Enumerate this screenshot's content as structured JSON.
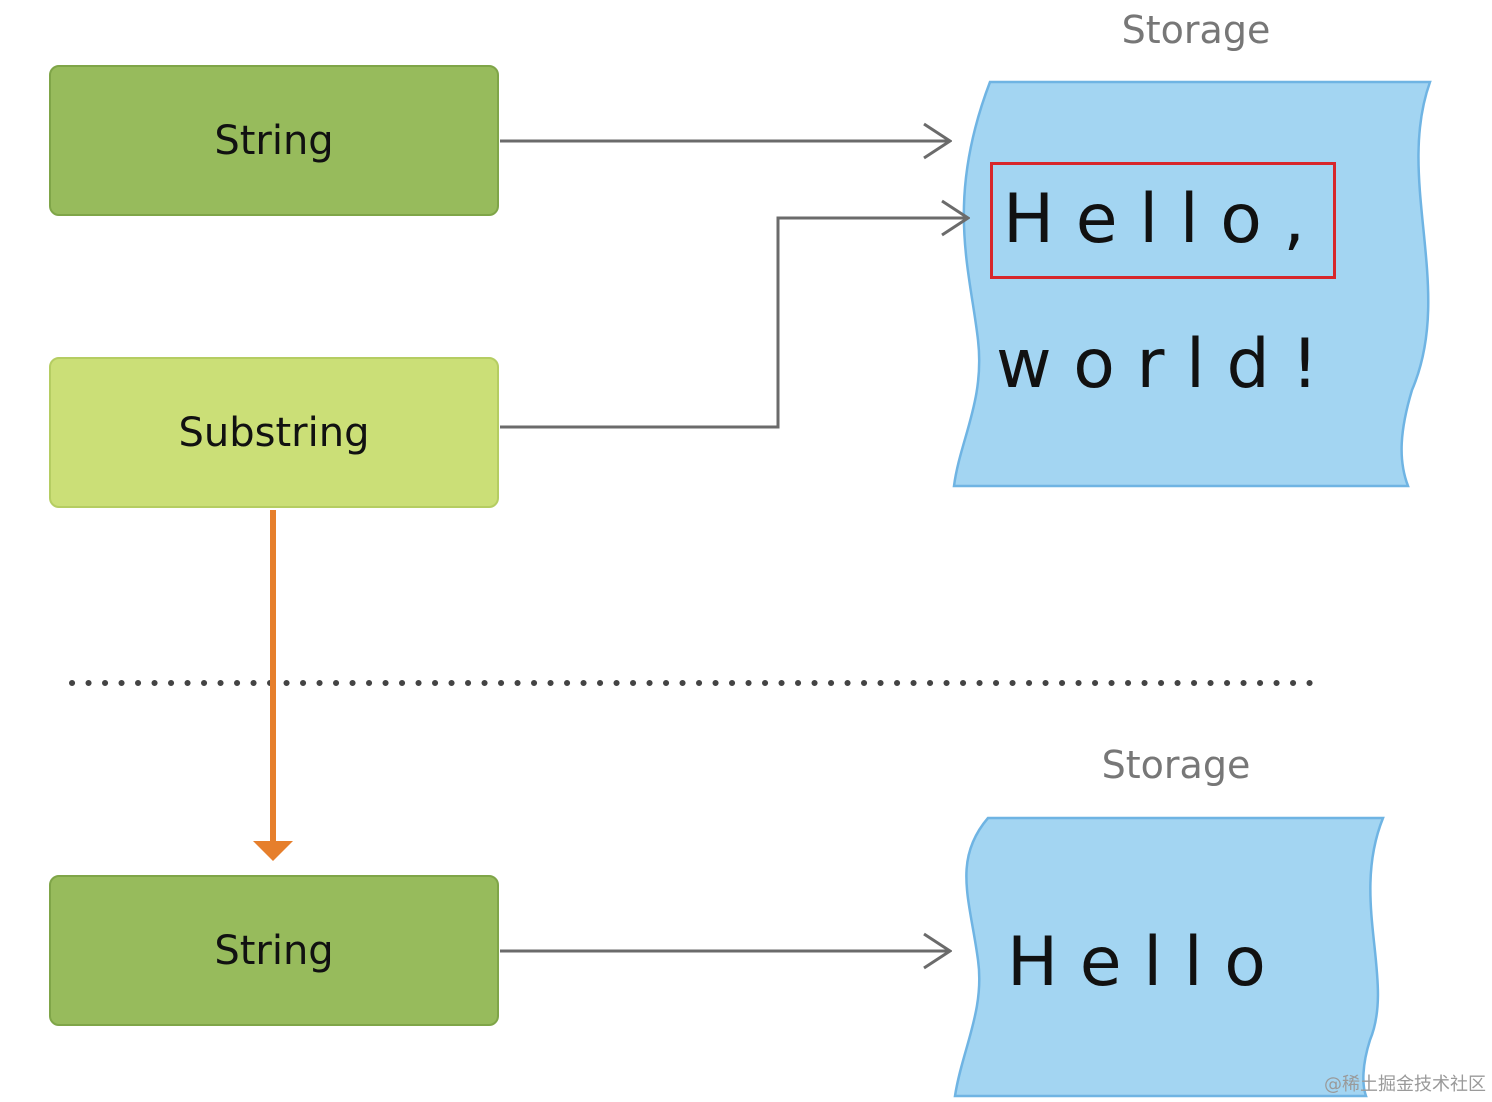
{
  "nodes": {
    "string_top": {
      "label": "String"
    },
    "substring": {
      "label": "Substring"
    },
    "string_bottom": {
      "label": "String"
    }
  },
  "storage_top": {
    "label": "Storage",
    "line1": "H e l l o ,",
    "line2": "w o r l d !"
  },
  "storage_bottom": {
    "label": "Storage",
    "text": "H e l l o"
  },
  "watermark": "@稀土掘金技术社区",
  "colors": {
    "string_fill": "#97bb5c",
    "substring_fill": "#cbdf77",
    "storage_fill": "#a3d5f2",
    "storage_stroke": "#6fb4e3",
    "arrow_gray": "#6b6b6b",
    "arrow_orange": "#e67f2c",
    "highlight_red": "#d7262b"
  }
}
